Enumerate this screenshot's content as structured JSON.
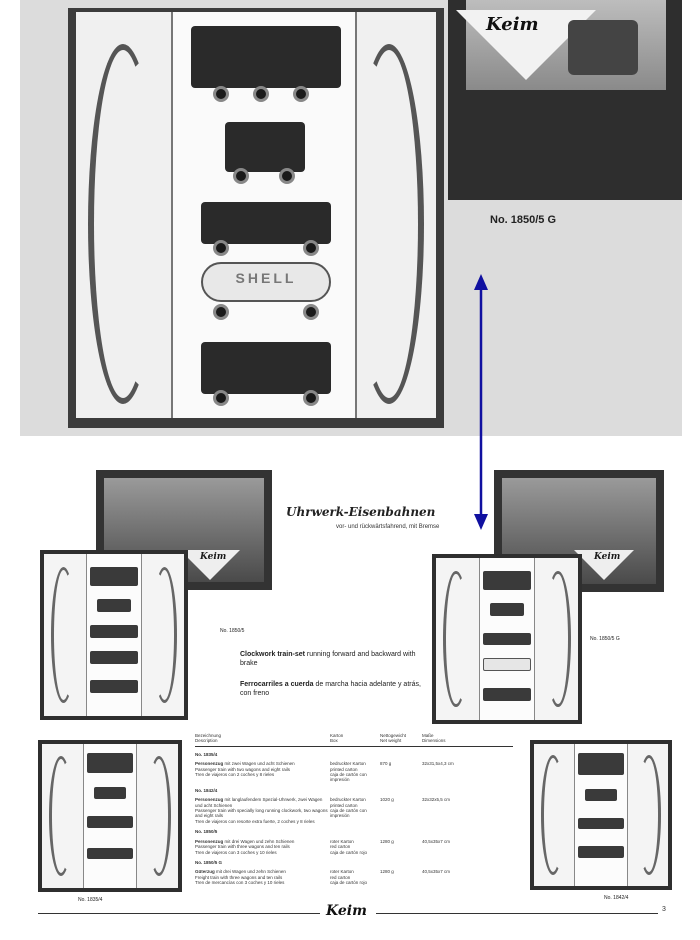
{
  "zoom": {
    "lid_logo": "Keim",
    "tank_text": "SHELL",
    "model_label": "No. 1850/5 G"
  },
  "catalog": {
    "title": "Uhrwerk-Eisenbahnen",
    "subtitle": "vor- und rückwärtsfahrend, mit Bremse",
    "en_bold": "Clockwork train-set",
    "en_rest": " running forward and backward with brake",
    "es_bold": "Ferrocarriles a cuerda",
    "es_rest": " de marcha hacia adelante y atrás, con freno",
    "lid_logo": "Keim",
    "labels": {
      "set_1850_5": "No. 1850/5",
      "set_1850_5G": "No. 1850/5 G",
      "set_1835_4": "No. 1835/4",
      "set_1842_4": "No. 1842/4"
    },
    "table": {
      "headers": {
        "c1": [
          "Bezeichnung",
          "Description"
        ],
        "c2": [
          "Karton",
          "Box"
        ],
        "c3": [
          "Nettogewicht",
          "Net weight"
        ],
        "c4": [
          "Maße",
          "Dimensions"
        ]
      },
      "items": [
        {
          "code": "No. 1835/4",
          "name": "Personenzug",
          "desc": [
            " mit zwei Wagen und acht Schienen",
            "Passenger train with two wagons and eight rails",
            "Tren de viajeros con 2 coches y 8 rieles"
          ],
          "box": [
            "bedruckter Karton",
            "printed carton",
            "caja de cartón con impresión"
          ],
          "weight": "870 g",
          "dims": "32x31,5x4,3 cm"
        },
        {
          "code": "No. 1842/4",
          "name": "Personenzug",
          "desc": [
            " mit langlaufendem Spezial-Uhrwerk, zwei Wagen und acht Schienen",
            "Passenger train with specially long running clockwork, two wagons and eight rails",
            "Tren de viajeros con resorte extra fuerte, 2 coches y 8 rieles"
          ],
          "box": [
            "bedruckter Karton",
            "printed carton",
            "caja de cartón con impresión"
          ],
          "weight": "1020 g",
          "dims": "32x32x5,5 cm"
        },
        {
          "code": "No. 1850/5",
          "name": "Personenzug",
          "desc": [
            " mit drei Wagen und zehn Schienen",
            "Passenger train with three wagons and ten rails",
            "Tren de viajeros con 3 coches y 10 rieles"
          ],
          "box": [
            "roter Karton",
            "red carton",
            "caja de cartón rojo"
          ],
          "weight": "1280 g",
          "dims": "40,5x35x7 cm"
        },
        {
          "code": "No. 1850/5 G",
          "name": "Güterzug",
          "desc": [
            " mit drei Wagen und zehn Schienen",
            "Freight train with three wagons and ten rails",
            "Tren de mercancías con 3 coches y 10 rieles"
          ],
          "box": [
            "roter Karton",
            "red carton",
            "caja de cartón rojo"
          ],
          "weight": "1280 g",
          "dims": "40,5x35x7 cm"
        }
      ]
    },
    "footer_logo": "Keim",
    "page_number": "3"
  },
  "colors": {
    "arrow": "#1010a0",
    "box_dark": "#333333"
  }
}
